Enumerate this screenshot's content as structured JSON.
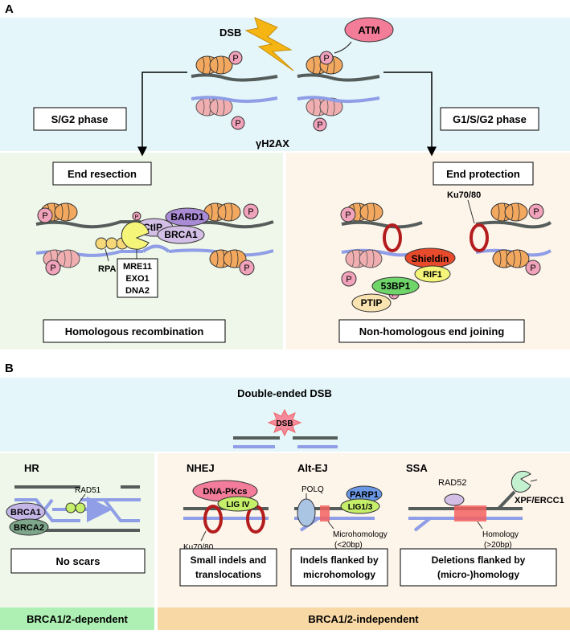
{
  "panelA": {
    "letter": "A",
    "dsb_label": "DSB",
    "atm_label": "ATM",
    "p": "P",
    "h2ax_label": "γH2AX",
    "sg2_phase": "S/G2 phase",
    "g1sg2_phase": "G1/S/G2 phase",
    "end_resection": "End resection",
    "end_protection": "End protection",
    "bard1": "BARD1",
    "ctip": "CtIP",
    "brca1": "BRCA1",
    "rpa": "RPA",
    "nucleases": [
      "MRE11",
      "EXO1",
      "DNA2"
    ],
    "ku": "Ku70/80",
    "shieldin": "Shieldin",
    "rif1": "RIF1",
    "bp53": "53BP1",
    "ptip": "PTIP",
    "hr_title": "Homologous recombination",
    "nhej_title": "Non-homologous end joining"
  },
  "panelB": {
    "letter": "B",
    "title": "Double-ended DSB",
    "dsb": "DSB",
    "hr": {
      "title": "HR",
      "brca1": "BRCA1",
      "brca2": "BRCA2",
      "rad51": "RAD51",
      "outcome": "No scars"
    },
    "nhej": {
      "title": "NHEJ",
      "dnapk": "DNA-PKcs",
      "lig4": "LIG IV",
      "ku": "Ku70/80",
      "outcome_l1": "Small indels and",
      "outcome_l2": "translocations"
    },
    "altej": {
      "title": "Alt-EJ",
      "polq": "POLQ",
      "parp1": "PARP1",
      "lig13": "LIG1/3",
      "mh_l1": "Microhomology",
      "mh_l2": "(<20bp)",
      "outcome_l1": "Indels flanked by",
      "outcome_l2": "microhomology"
    },
    "ssa": {
      "title": "SSA",
      "rad52": "RAD52",
      "xpf": "XPF/ERCC1",
      "hom_l1": "Homology",
      "hom_l2": "(>20bp)",
      "outcome_l1": "Deletions flanked by",
      "outcome_l2": "(micro-)homology"
    },
    "dependent": "BRCA1/2-dependent",
    "independent": "BRCA1/2-independent"
  },
  "colors": {
    "blue_bg": "#e4f6fa",
    "green_bg": "#eef7e9",
    "peach_bg": "#fdf4ea",
    "dep_bar": "#aef0b4",
    "indep_bar": "#f8d9a5",
    "dna_dark": "#555d5b",
    "dna_blue": "#8f9ee6",
    "nucleosome": "#f2a85e",
    "nucleosome_blue": "#f1aeb0",
    "phospho": "#f2a3bc",
    "ring": "#b31d1d"
  }
}
